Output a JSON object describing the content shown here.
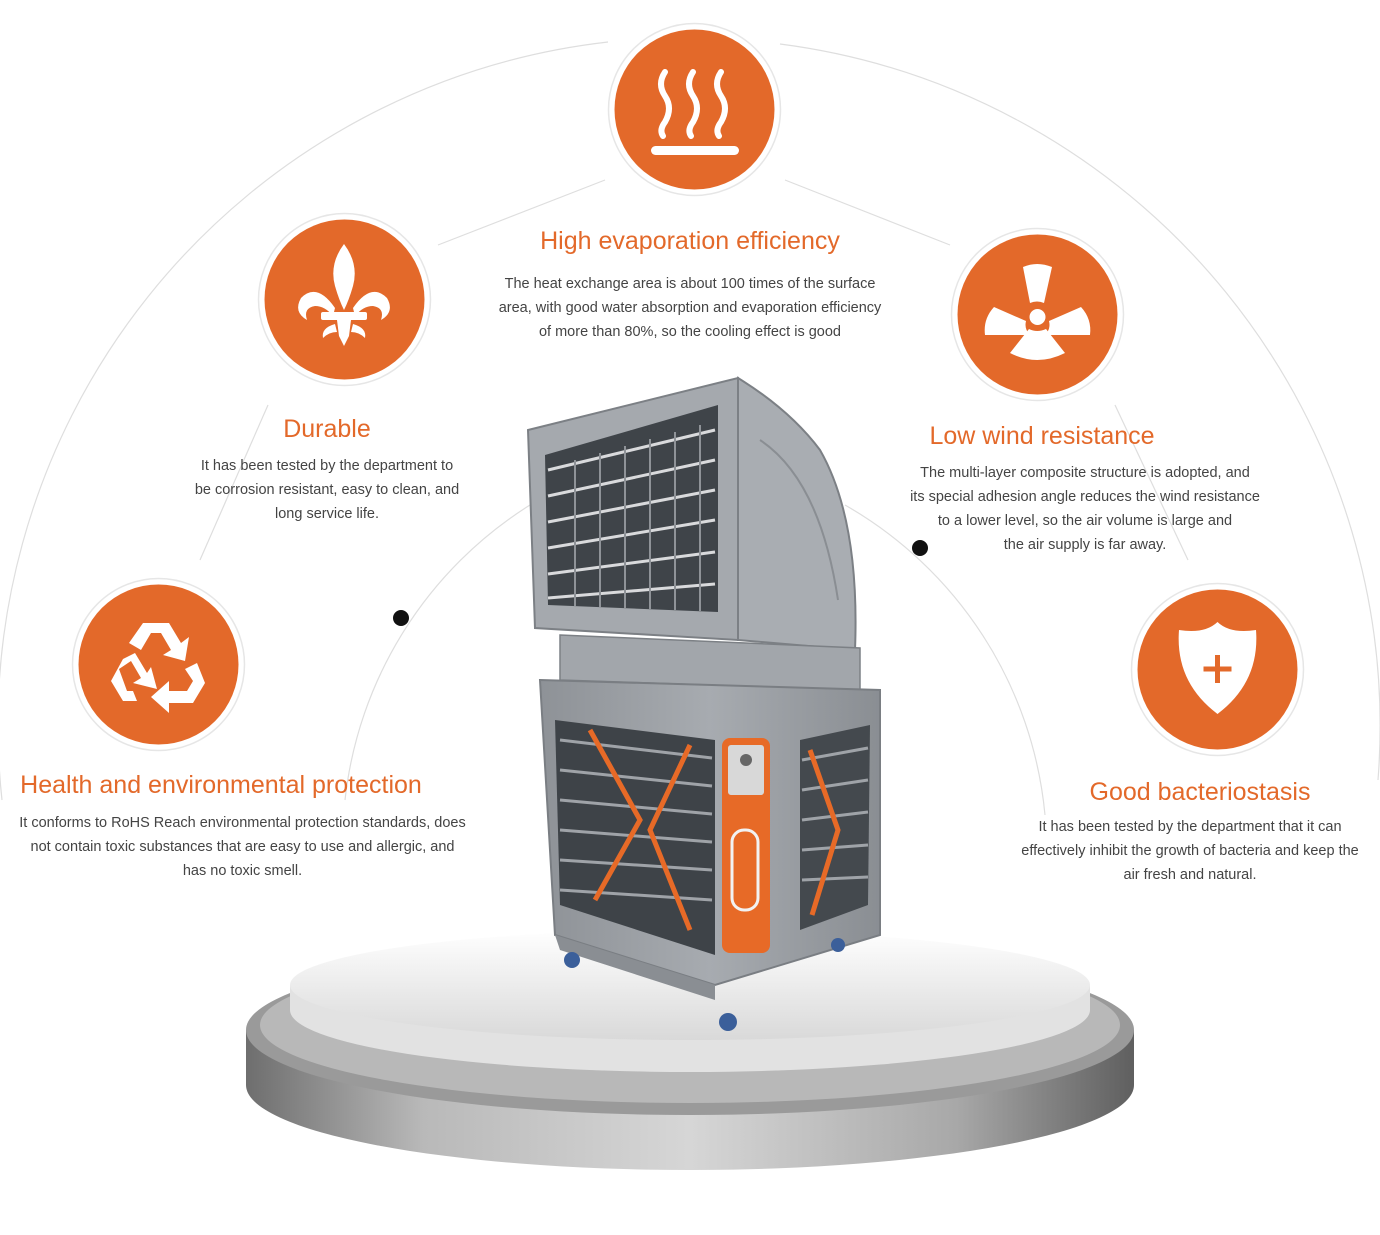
{
  "colors": {
    "accent": "#e3692a",
    "text": "#444444",
    "line": "#dcdcdc",
    "product_body": "#9a9ea3",
    "product_trim": "#e76a27"
  },
  "features": {
    "evaporation": {
      "title": "High evaporation efficiency",
      "desc_lines": [
        "The heat exchange area is about 100 times of the surface",
        "area, with good water absorption and evaporation efficiency",
        "of more than 80%, so the cooling effect is good"
      ],
      "icon": "heat-waves-icon"
    },
    "durable": {
      "title": "Durable",
      "desc_lines": [
        "It has been tested by the department to",
        "be corrosion resistant, easy to clean, and",
        "long service life."
      ],
      "icon": "fleur-de-lis-icon"
    },
    "wind": {
      "title": "Low wind resistance",
      "desc_lines": [
        "The multi-layer composite structure is adopted, and",
        "its special adhesion angle reduces the wind resistance",
        "to a lower level, so the air volume is large and",
        "the air supply is far away."
      ],
      "icon": "fan-blades-icon"
    },
    "health": {
      "title": "Health and environmental protection",
      "desc_lines": [
        "It conforms to RoHS Reach environmental protection standards, does",
        "not contain toxic substances that are easy to use and allergic, and",
        "has no toxic smell."
      ],
      "icon": "recycle-icon"
    },
    "bacteria": {
      "title": "Good bacteriostasis",
      "desc_lines": [
        "It has been tested by the department that it can",
        "effectively inhibit the growth of bacteria and keep the",
        "air fresh and natural."
      ],
      "icon": "shield-plus-icon"
    }
  }
}
